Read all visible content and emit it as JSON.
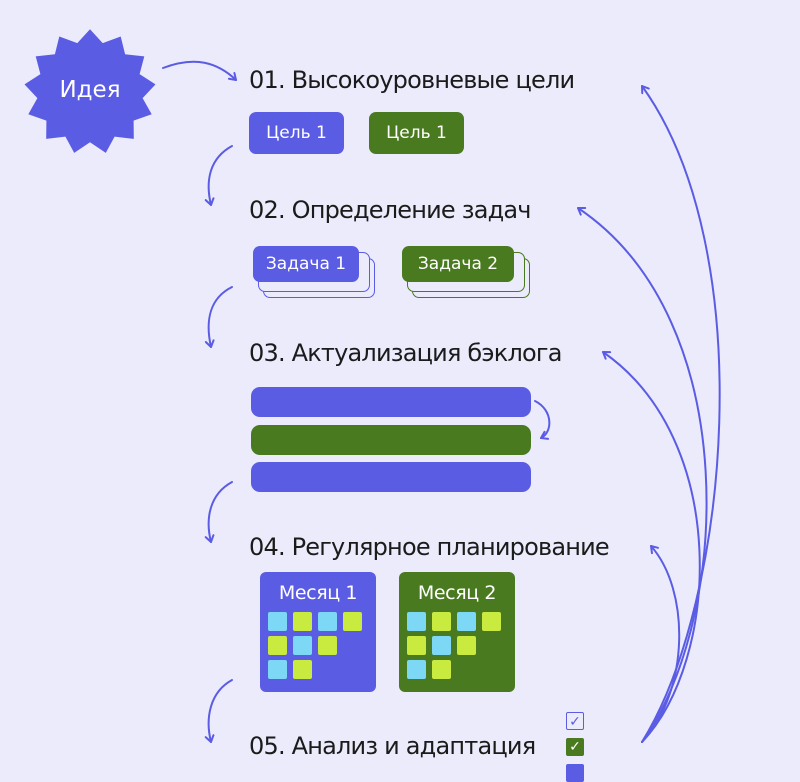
{
  "idea": {
    "label": "Идея"
  },
  "colors": {
    "background": "#ebebfb",
    "blue": "#5b5ce4",
    "green": "#4a7a20",
    "cyan": "#7dd8f5",
    "lime": "#c9ea3e",
    "text": "#1b1b1b"
  },
  "steps": [
    {
      "title": "01. Высокоуровневые цели"
    },
    {
      "title": "02. Определение задач"
    },
    {
      "title": "03. Актуализация бэклога"
    },
    {
      "title": "04. Регулярное планирование"
    },
    {
      "title": "05. Анализ и адаптация"
    }
  ],
  "goals": [
    {
      "label": "Цель 1",
      "color": "blue"
    },
    {
      "label": "Цель 1",
      "color": "green"
    }
  ],
  "tasks": [
    {
      "label": "Задача 1",
      "color": "blue"
    },
    {
      "label": "Задача 2",
      "color": "green"
    }
  ],
  "backlog": [
    {
      "color": "blue"
    },
    {
      "color": "green"
    },
    {
      "color": "blue"
    }
  ],
  "months": [
    {
      "label": "Месяц 1",
      "color": "blue"
    },
    {
      "label": "Месяц 2",
      "color": "green"
    }
  ],
  "checklist": [
    {
      "mark": "✓",
      "color": "blue"
    },
    {
      "mark": "✓",
      "color": "green"
    },
    {
      "mark": "",
      "color": "blue"
    }
  ]
}
